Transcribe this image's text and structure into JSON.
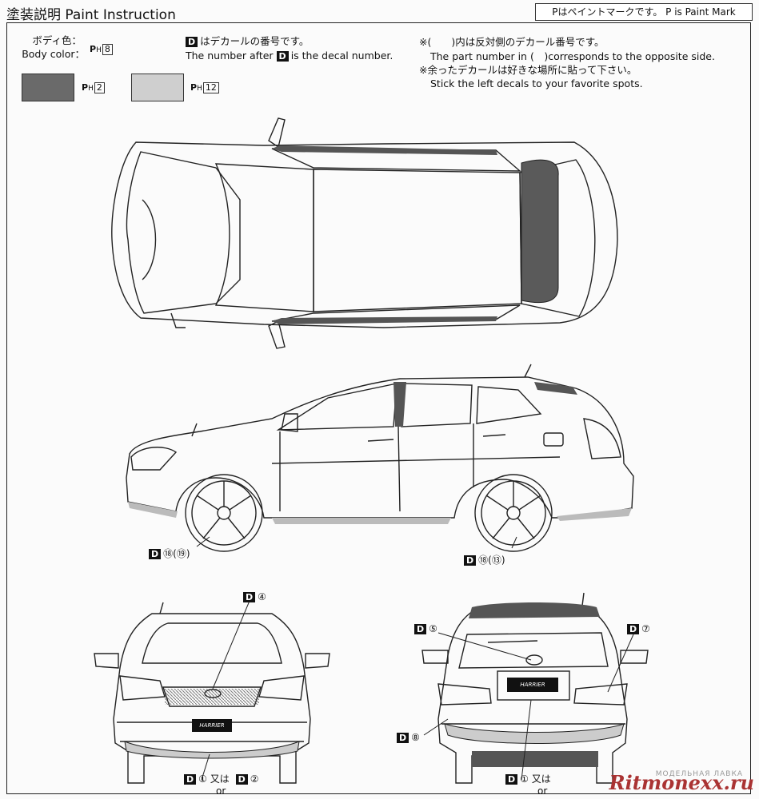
{
  "header": {
    "title": "塗装説明 Paint Instruction",
    "paint_mark_note": "Pはペイントマークです。 P is Paint Mark"
  },
  "body_color": {
    "label_jp": "ボディ色：",
    "label_en": "Body color：",
    "code": "8"
  },
  "swatches": [
    {
      "code": "2",
      "color": "#6a6a6a"
    },
    {
      "code": "12",
      "color": "#cfcfcf"
    }
  ],
  "decal_note": {
    "jp": "はデカールの番号です。",
    "en_before": "The number after",
    "en_after": "is the decal number."
  },
  "notes": [
    "※(　　)内は反対側のデカール番号です。",
    "The part number in (　)corresponds to the opposite side.",
    "※余ったデカールは好きな場所に貼って下さい。",
    "Stick the left decals to your favorite spots."
  ],
  "paint_prefix": "P",
  "paint_sub": "H",
  "decal_prefix": "D",
  "callouts": {
    "wheel_front": "⑱(⑲)",
    "wheel_rear": "⑱(⑬)",
    "front_grille": "④",
    "rear_emblem": "⑤",
    "rear_badge": "⑦",
    "rear_plate": "⑧",
    "front_plate_a": "①",
    "front_or_jp": "又は",
    "front_or_en": "or",
    "front_plate_b": "②",
    "rear_plate_a": "①",
    "rear_or_jp": "又は",
    "rear_or_en": "or"
  },
  "plate_text": "HARRIER",
  "watermark": {
    "main": "Ritmonexx.ru",
    "sub": "МОДЕЛЬНАЯ ЛАВКА"
  }
}
